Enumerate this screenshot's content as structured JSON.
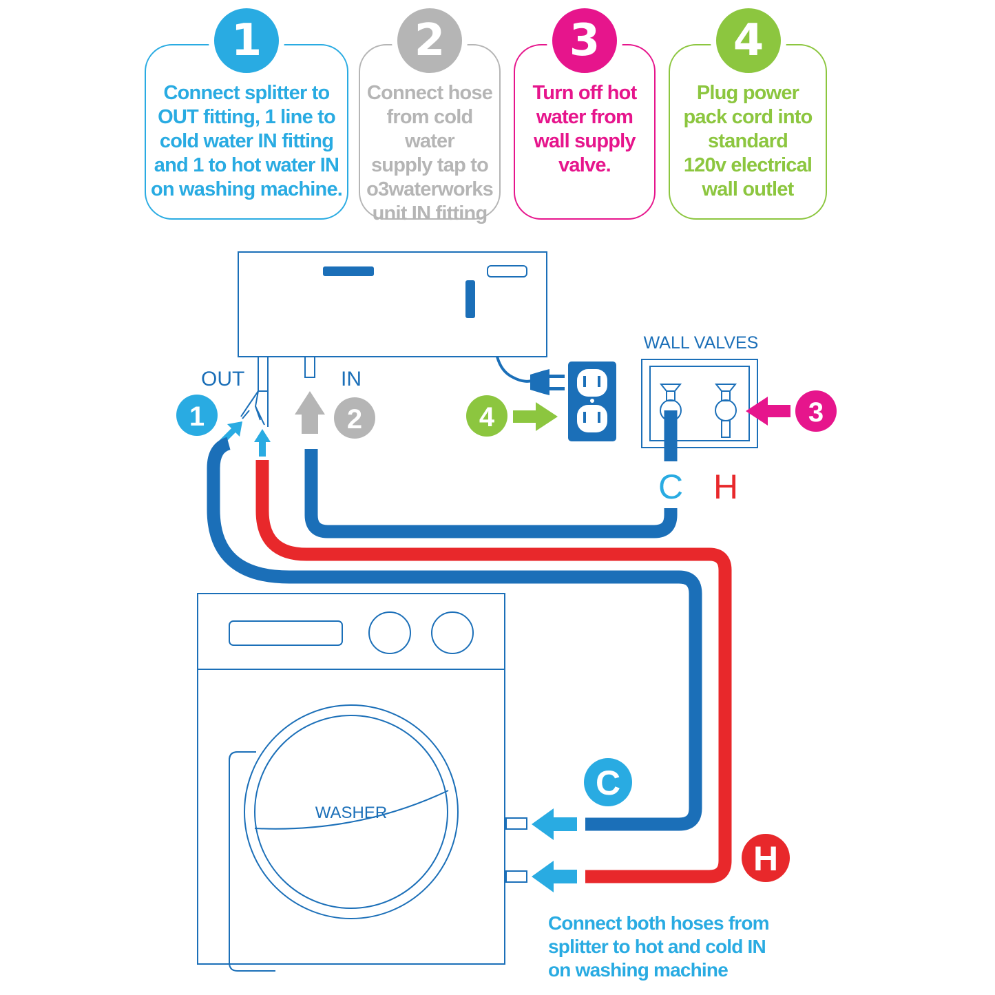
{
  "colors": {
    "blue": "#1b6fb8",
    "light_blue": "#29abe2",
    "gray": "#b5b5b5",
    "magenta": "#e6158c",
    "green": "#8cc63f",
    "red": "#e8282b"
  },
  "steps": [
    {
      "number": "1",
      "text": "Connect splitter to\nOUT fitting, 1 line to\ncold water IN fitting\nand 1 to hot water IN\non washing machine."
    },
    {
      "number": "2",
      "text": "Connect hose\nfrom cold water\nsupply tap to\no3waterworks\nunit IN fitting"
    },
    {
      "number": "3",
      "text": "Turn off hot\nwater from\nwall supply\nvalve."
    },
    {
      "number": "4",
      "text": "Plug power\npack cord into\nstandard\n120v electrical\nwall outlet"
    }
  ],
  "diagram": {
    "out_label": "OUT",
    "in_label": "IN",
    "wall_valves_label": "WALL VALVES",
    "cold_label": "C",
    "hot_label": "H",
    "washer_label": "WASHER",
    "marker_1": "1",
    "marker_2": "2",
    "marker_3": "3",
    "marker_4": "4",
    "washer_cold_badge": "C",
    "washer_hot_badge": "H",
    "bottom_note": "Connect both hoses from\nsplitter to hot and cold IN\non washing machine"
  }
}
